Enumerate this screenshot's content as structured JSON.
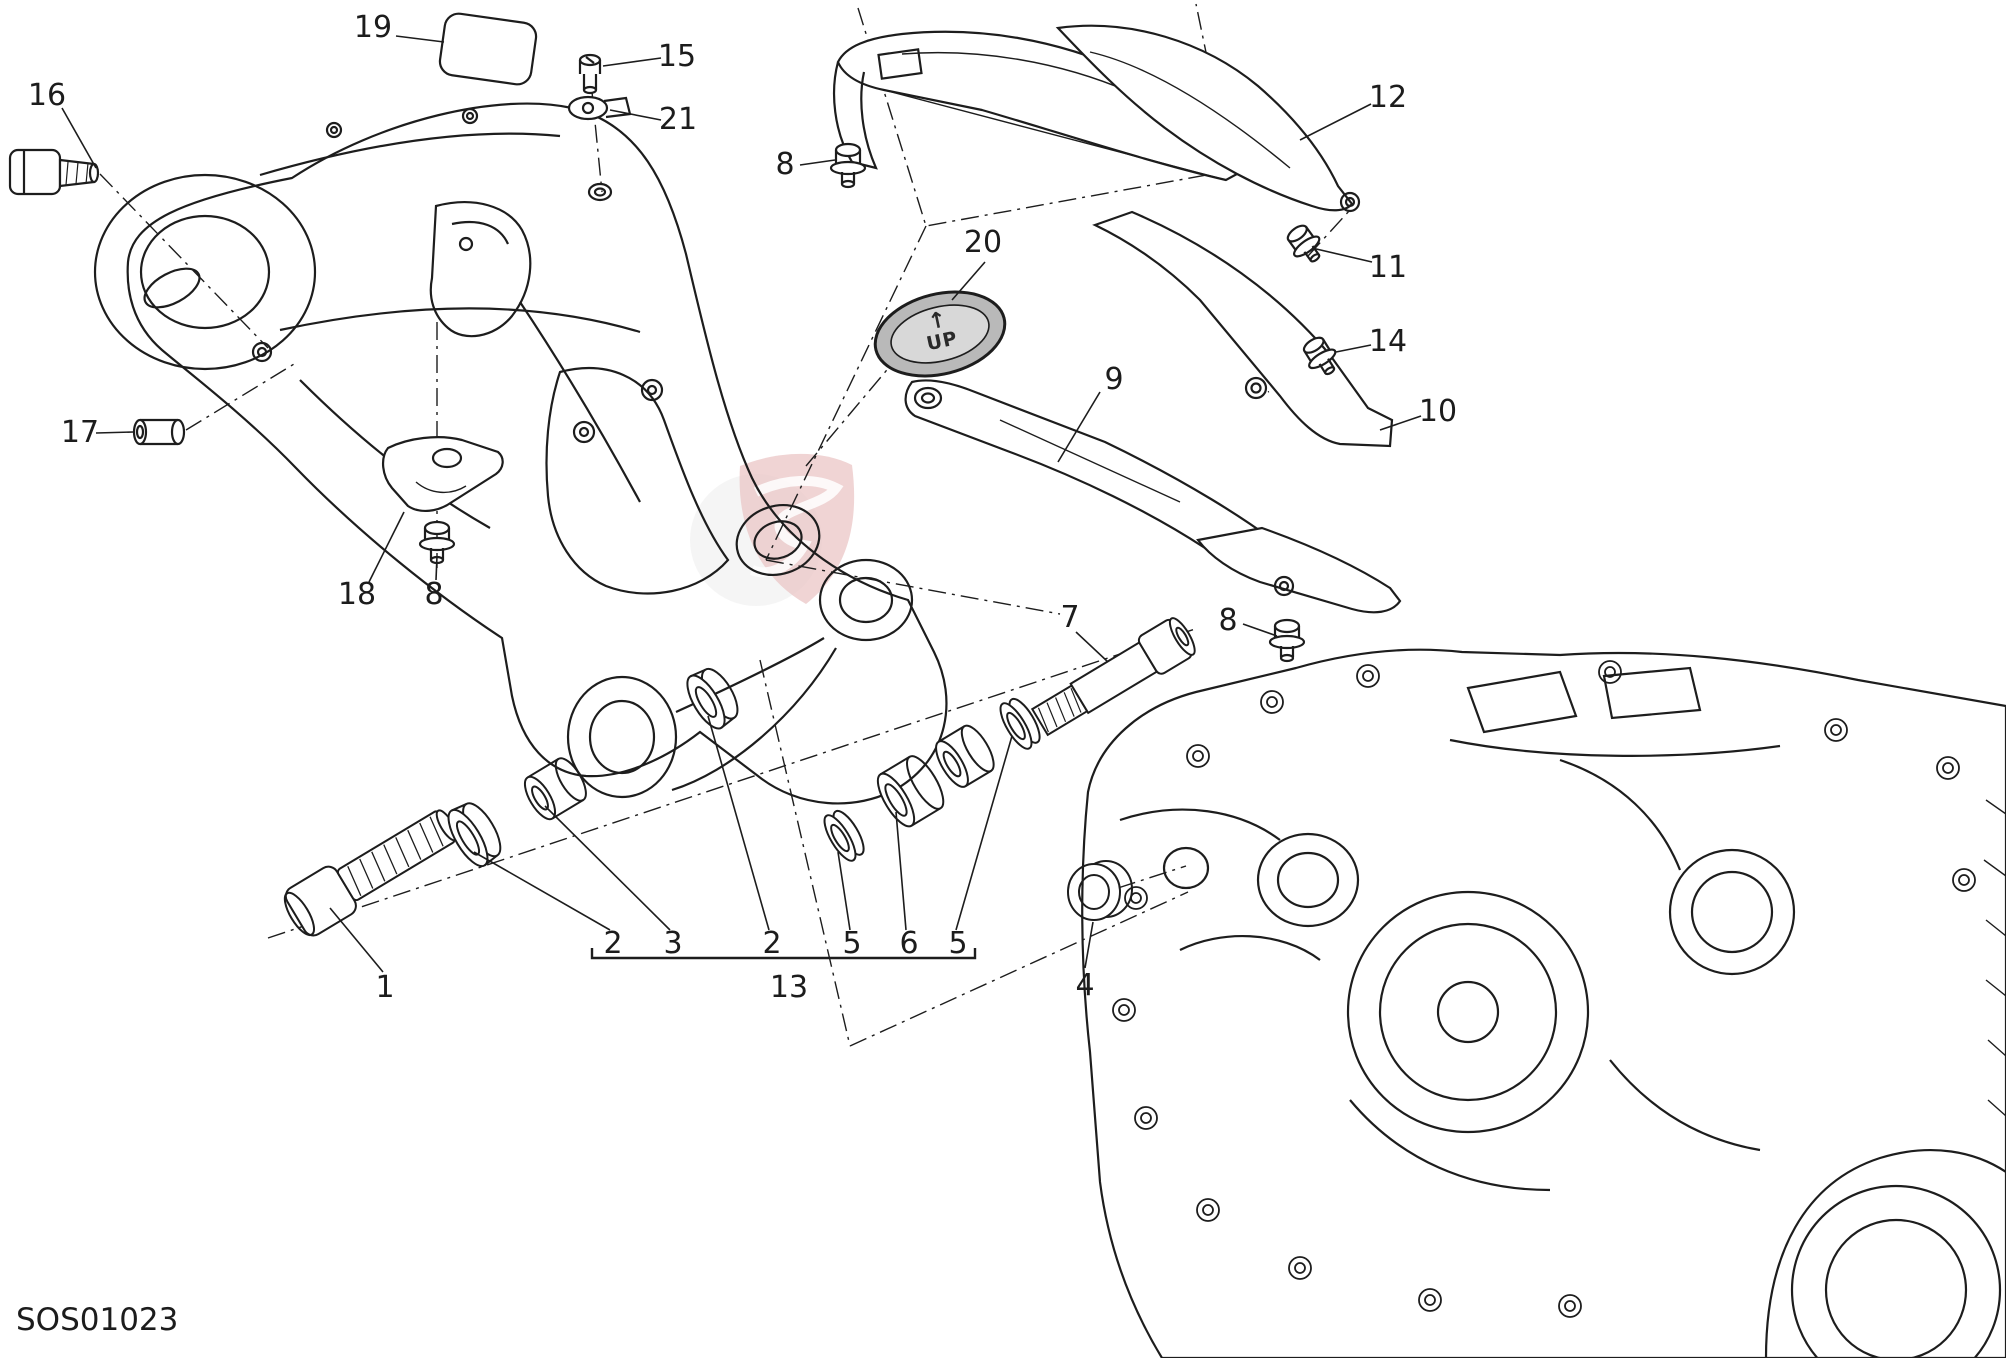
{
  "diagram": {
    "code": "SOS01023",
    "pad20": {
      "up_label": "UP",
      "arrow": "↑"
    },
    "colors": {
      "line": "#1d1d1d",
      "pad_fill": "#b9b9b9",
      "pad_inner_fill": "#d8d8d8",
      "watermark_red": "#c96a6a"
    },
    "callouts": {
      "c1": {
        "label": "1"
      },
      "c2a": {
        "label": "2"
      },
      "c2b": {
        "label": "2"
      },
      "c3": {
        "label": "3"
      },
      "c4": {
        "label": "4"
      },
      "c5a": {
        "label": "5"
      },
      "c5b": {
        "label": "5"
      },
      "c6": {
        "label": "6"
      },
      "c7": {
        "label": "7"
      },
      "c8a": {
        "label": "8"
      },
      "c8b": {
        "label": "8"
      },
      "c8c": {
        "label": "8"
      },
      "c9": {
        "label": "9"
      },
      "c10": {
        "label": "10"
      },
      "c11": {
        "label": "11"
      },
      "c12": {
        "label": "12"
      },
      "c13": {
        "label": "13"
      },
      "c14": {
        "label": "14"
      },
      "c15": {
        "label": "15"
      },
      "c16": {
        "label": "16"
      },
      "c17": {
        "label": "17"
      },
      "c18": {
        "label": "18"
      },
      "c19": {
        "label": "19"
      },
      "c20": {
        "label": "20"
      },
      "c21": {
        "label": "21"
      }
    }
  }
}
